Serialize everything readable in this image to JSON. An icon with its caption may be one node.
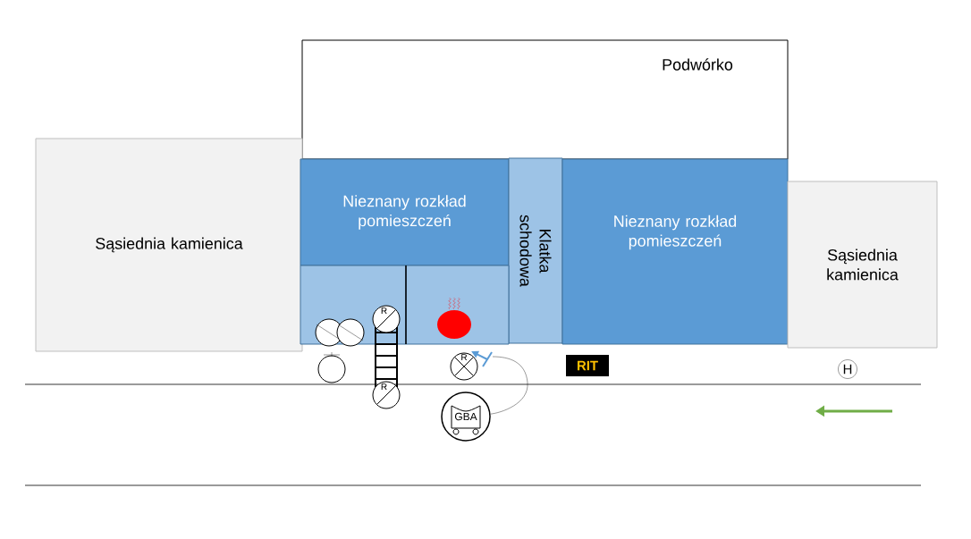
{
  "diagram": {
    "nodes": [
      {
        "text": [
          "Podwórko"
        ]
      },
      {
        "text": [
          "Sąsiednia kamienica"
        ]
      },
      {
        "text": [
          "Nieznany rozkład pomieszczeń"
        ]
      },
      {
        "text": [
          "Klatka schodowa"
        ]
      },
      {
        "text": [
          "Nieznany rozkład pomieszczeń"
        ]
      },
      {
        "text": [
          "Sąsiednia kamienica"
        ]
      },
      {
        "text": [],
        "shape": "box"
      },
      {
        "text": [],
        "shape": "box"
      },
      {
        "text": [
          "R"
        ],
        "in": 6
      },
      {
        "text": [
          "R"
        ]
      },
      {
        "text": [
          "R"
        ]
      },
      {
        "text": [
          "GBA"
        ]
      },
      {
        "text": [
          "RIT"
        ]
      },
      {
        "text": [
          "H"
        ]
      },
      {
        "text": [],
        "shape": "nozzle"
      }
    ],
    "edges": [
      {
        "from": 11,
        "to": 14,
        "arrow": "none"
      }
    ]
  }
}
